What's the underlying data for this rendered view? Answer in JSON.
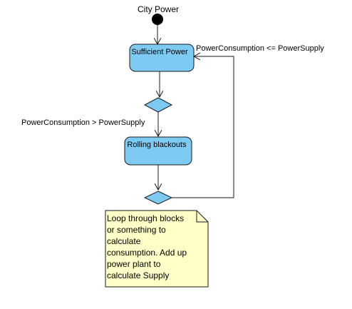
{
  "diagram": {
    "title": "City Power",
    "states": {
      "sufficient_power": "Sufficient Power",
      "rolling_blackouts": "Rolling blackouts"
    },
    "guards": {
      "loop_back": "PowerConsumption <= PowerSupply",
      "to_blackouts": "PowerConsumption > PowerSupply"
    },
    "note": {
      "lines": [
        "Loop through blocks",
        "or something to",
        "calculate",
        "consumption. Add up",
        "power plant to",
        "calculate Supply"
      ]
    },
    "colors": {
      "state_fill": "#7dcbf2",
      "decision_fill": "#7dcbf2",
      "note_fill": "#ffffc8",
      "stroke": "#1a1a1a"
    }
  }
}
